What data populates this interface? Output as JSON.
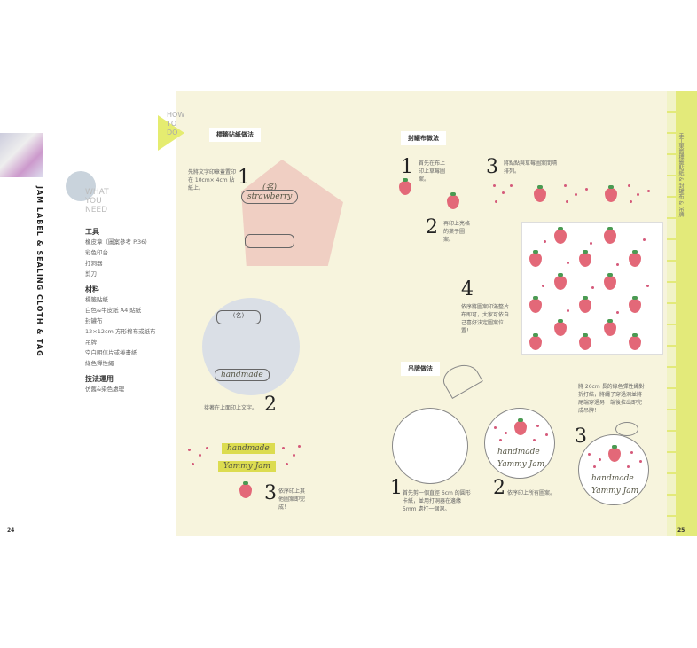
{
  "left_page": {
    "vertical_title": "JAM LABEL & SEALING CLOTH & TAG",
    "what_you_need": "WHAT YOU NEED",
    "tools_heading": "工具",
    "tools": [
      "橡皮章（圖案參考 P.36）",
      "彩色印台",
      "打洞器",
      "剪刀"
    ],
    "materials_heading": "材料",
    "materials": [
      "標籤貼紙",
      "白色&牛皮紙 A4 貼紙",
      "封罐布",
      "12×12cm 方形棉布或紙布",
      "吊牌",
      "空白明信片或捲畫紙",
      "綠色彈性繩"
    ],
    "technique_heading": "技法運用",
    "techniques": [
      "仿舊&染色處理"
    ],
    "page_number": "24"
  },
  "right_page": {
    "how_to_do": "HOW TO DO",
    "label_section": {
      "title": "標籤貼紙做法",
      "steps": [
        {
          "num": "1",
          "text": "先將文字印章蓋置印在 10cm× 4cm 貼紙上。"
        },
        {
          "num": "2",
          "text": "接著在上面印上文字。"
        },
        {
          "num": "3",
          "text": "依序印上其他圖案即完成！"
        }
      ],
      "stamp_word_1": "(名)",
      "stamp_word_2": "strawberry",
      "stamp_word_3": "handmade",
      "label_line_1": "handmade",
      "label_line_2": "Yammy Jam"
    },
    "cloth_section": {
      "title": "封罐布做法",
      "steps": [
        {
          "num": "1",
          "text": "首先在布上印上草莓圖案。"
        },
        {
          "num": "2",
          "text": "再印上亮格的葉子圖案。"
        },
        {
          "num": "3",
          "text": "將點點與草莓圖案間隔排列。"
        },
        {
          "num": "4",
          "text": "依序將圖案印滿整片布即可，大家可依自己喜好決定圖案位置！"
        }
      ]
    },
    "tag_section": {
      "title": "吊牌做法",
      "steps": [
        {
          "num": "1",
          "text": "首先剪一個直徑 6cm 的圓形卡紙，並用打洞器在邊緣 5mm 處打一個洞。"
        },
        {
          "num": "2",
          "text": "依序印上所有圖案。"
        },
        {
          "num": "3",
          "text": "將 26cm 長的綠色彈性繩對折打結，將繩子穿過洞並將尾端穿過另一端後拉出即完成吊牌！"
        }
      ],
      "tag_line_1": "handmade",
      "tag_line_2": "Yammy Jam"
    },
    "side_text": "手工果醬標籤貼紙 & 封罐布 & 吊牌",
    "page_number": "25"
  },
  "colors": {
    "cream": "#f7f4dd",
    "accent_yellow": "#e3ea7a",
    "strawberry": "#e36878"
  }
}
